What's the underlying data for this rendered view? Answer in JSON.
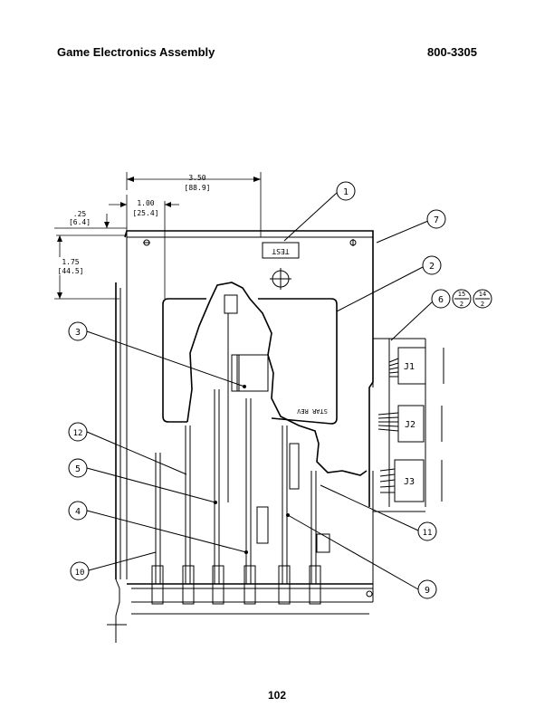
{
  "header": {
    "title": "Game Electronics Assembly",
    "document_number": "800-3305"
  },
  "page_number": "102",
  "dimensions": {
    "width_in": "3.50",
    "width_mm": "[88.9]",
    "offset_in": "1.00",
    "offset_mm": "[25.4]",
    "small_in": ".25",
    "small_mm": "[6.4]",
    "height_in": "1.75",
    "height_mm": "[44.5]"
  },
  "board_labels": {
    "test": "TEST",
    "star_rev": "STAR REV"
  },
  "connectors": [
    "J1",
    "J2",
    "J3"
  ],
  "callouts": {
    "c1": "1",
    "c2": "2",
    "c3": "3",
    "c4": "4",
    "c5": "5",
    "c6": "6",
    "c7": "7",
    "c9": "9",
    "c10": "10",
    "c11": "11",
    "c12": "12",
    "frac1_num": "15",
    "frac1_den": "2",
    "frac2_num": "14",
    "frac2_den": "2"
  }
}
